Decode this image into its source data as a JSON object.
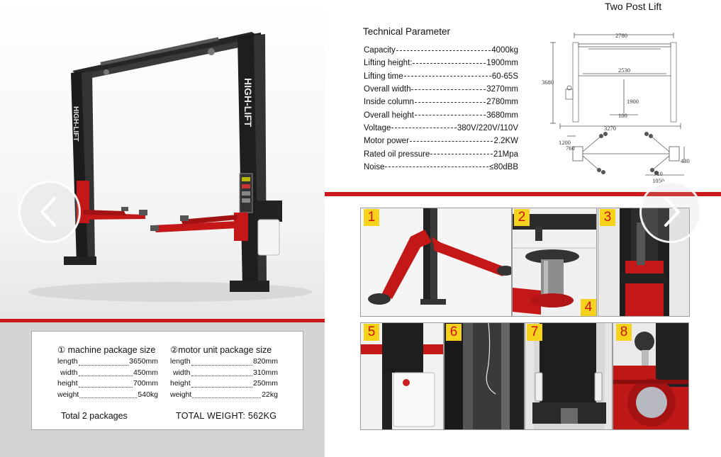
{
  "brand": {
    "column_text": "HIGH-LIFT",
    "accent_color": "#cc1a1a",
    "badge_color": "#f7d21a"
  },
  "header": {
    "title": "Two Post Lift"
  },
  "specs": {
    "title": "Technical Parameter",
    "items": [
      {
        "label": "Capacity",
        "value": "4000kg"
      },
      {
        "label": "Lifting height:",
        "value": "1900mm"
      },
      {
        "label": "Lifting time",
        "value": "60-65S"
      },
      {
        "label": "Overall width",
        "value": "3270mm"
      },
      {
        "label": "Inside column",
        "value": "2780mm"
      },
      {
        "label": "Overall height",
        "value": "3680mm"
      },
      {
        "label": "Voltage",
        "value": "380V/220V/110V"
      },
      {
        "label": "Motor power",
        "value": "2.2KW"
      },
      {
        "label": "Rated oil pressure",
        "value": "21Mpa"
      },
      {
        "label": "Noise",
        "value": "≤80dBB"
      }
    ]
  },
  "diagram": {
    "dim_top": "2780",
    "dim_left": "3680",
    "dim_mid": "2530",
    "dim_height": "1900",
    "dim_min": "100",
    "dim_bottom": "3270",
    "dim_arm_long": "1200",
    "dim_arm_short": "760",
    "dim_pad_right": "430",
    "dim_pad_a": "710",
    "dim_pad_b": "1050"
  },
  "packages": {
    "machine": {
      "title": "① machine package size",
      "rows": [
        {
          "label": "length",
          "value": "3650mm"
        },
        {
          "label": "width",
          "value": "450mm"
        },
        {
          "label": "height",
          "value": "700mm"
        },
        {
          "label": "weight",
          "value": "540kg"
        }
      ]
    },
    "motor": {
      "title": "②motor unit package size",
      "rows": [
        {
          "label": "length",
          "value": "820mm"
        },
        {
          "label": "width",
          "value": "310mm"
        },
        {
          "label": "height",
          "value": "250mm"
        },
        {
          "label": "weight",
          "value": "22kg"
        }
      ]
    },
    "total_packages": "Total 2 packages",
    "total_weight": "TOTAL WEIGHT: 562KG"
  },
  "photos": {
    "badges": [
      "1",
      "2",
      "3",
      "4",
      "5",
      "6",
      "7",
      "8"
    ]
  },
  "nav": {
    "prev_icon": "chevron-left-icon",
    "next_icon": "chevron-right-icon"
  }
}
